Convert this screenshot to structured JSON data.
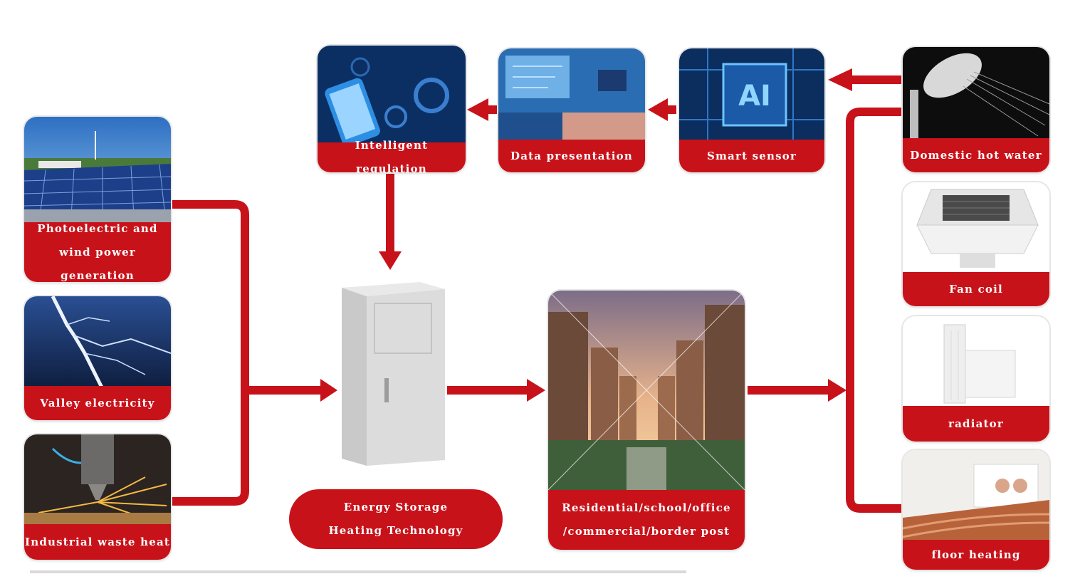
{
  "colors": {
    "accent": "#c8121a"
  },
  "sources": [
    {
      "id": "pv",
      "lines": [
        "Photoelectric and",
        "wind power generation"
      ]
    },
    {
      "id": "valley",
      "lines": [
        "Valley electricity"
      ]
    },
    {
      "id": "waste",
      "lines": [
        "Industrial waste heat"
      ]
    }
  ],
  "center": {
    "storage_lines": [
      "Energy Storage",
      "Heating Technology"
    ],
    "buildings_lines": [
      "Residential/school/office",
      "/commercial/border post"
    ]
  },
  "top_row": [
    {
      "id": "regulation",
      "label": "Intelligent regulation"
    },
    {
      "id": "presentation",
      "label": "Data presentation"
    },
    {
      "id": "sensor",
      "label": "Smart sensor"
    }
  ],
  "outputs": [
    {
      "id": "hotwater",
      "label": "Domestic hot water"
    },
    {
      "id": "fancoil",
      "label": "Fan coil"
    },
    {
      "id": "radiator",
      "label": "radiator"
    },
    {
      "id": "floor",
      "label": "floor heating"
    }
  ],
  "icons": {
    "pv": "solar-wind-icon",
    "valley": "lightning-icon",
    "waste": "laser-cutting-icon",
    "cabinet": "storage-cabinet-icon",
    "buildings": "city-buildings-icon",
    "regulation": "smartphone-gears-icon",
    "presentation": "laptop-data-icon",
    "sensor": "ai-chip-icon",
    "hotwater": "shower-icon",
    "fancoil": "fan-coil-unit-icon",
    "radiator": "radiator-icon",
    "floor": "floor-heating-icon"
  }
}
